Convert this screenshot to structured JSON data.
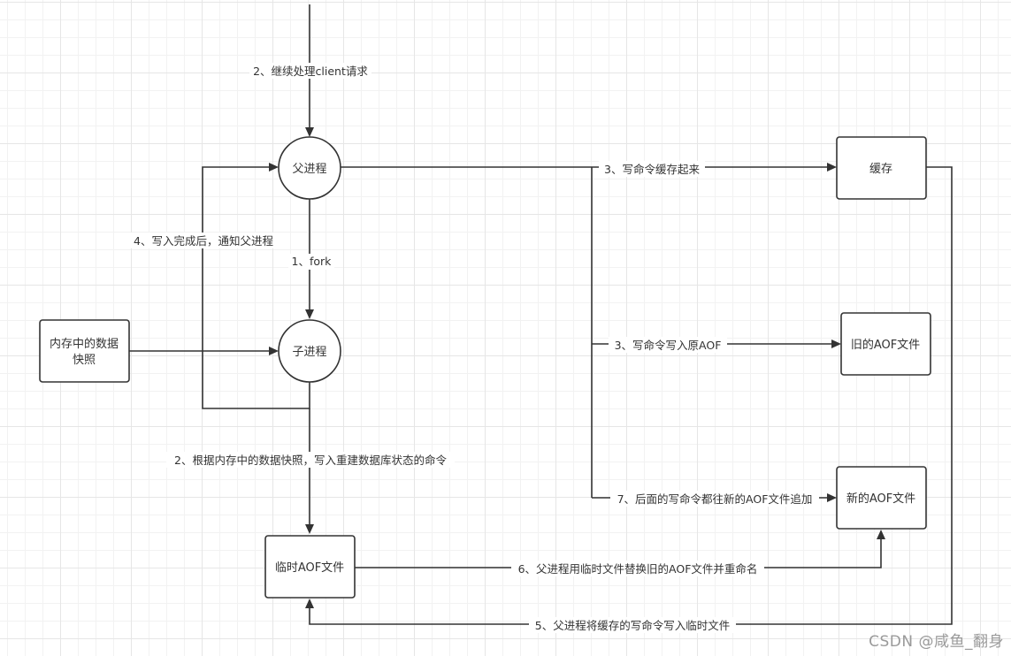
{
  "nodes": {
    "parent": "父进程",
    "child": "子进程",
    "snapshot_line1": "内存中的数据",
    "snapshot_line2": "快照",
    "temp_aof": "临时AOF文件",
    "cache": "缓存",
    "old_aof": "旧的AOF文件",
    "new_aof": "新的AOF文件"
  },
  "labels": {
    "continue_client": "2、继续处理client请求",
    "fork": "1、fork",
    "notify_parent": "4、写入完成后，通知父进程",
    "rebuild_commands": "2、根据内存中的数据快照，写入重建数据库状态的命令",
    "cache_commands": "3、写命令缓存起来",
    "write_old_aof": "3、写命令写入原AOF",
    "append_new_aof": "7、后面的写命令都往新的AOF文件追加",
    "replace_rename": "6、父进程用临时文件替换旧的AOF文件并重命名",
    "write_cache_to_temp": "5、父进程将缓存的写命令写入临时文件"
  },
  "watermark": "CSDN @咸鱼_翻身"
}
